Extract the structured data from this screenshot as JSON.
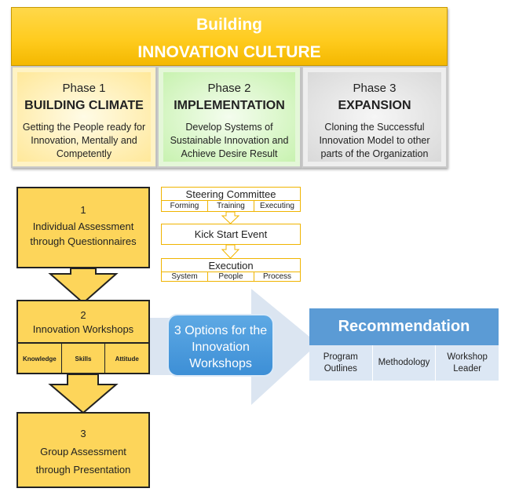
{
  "header": {
    "line1": "Building",
    "line2": "INNOVATION CULTURE"
  },
  "phases": [
    {
      "number": "Phase 1",
      "title": "BUILDING CLIMATE",
      "description": "Getting the People ready for Innovation, Mentally and Competently"
    },
    {
      "number": "Phase 2",
      "title": "IMPLEMENTATION",
      "description": "Develop Systems of Sustainable Innovation and Achieve Desire Result"
    },
    {
      "number": "Phase 3",
      "title": "EXPANSION",
      "description": "Cloning the Successful Innovation Model to other parts of the Organization"
    }
  ],
  "steps": {
    "step1": {
      "number": "1",
      "label": "Individual Assessment through Questionnaires"
    },
    "step2": {
      "number": "2",
      "label": "Innovation Workshops",
      "subs": [
        "Knowledge",
        "Skills",
        "Attitude"
      ]
    },
    "step3": {
      "number": "3",
      "line1": "Group Assessment",
      "line2": "through Presentation"
    }
  },
  "steering": {
    "title": "Steering Committee",
    "cells": [
      "Forming",
      "Training",
      "Executing"
    ],
    "kickstart": "Kick Start Event",
    "execution_title": "Execution",
    "execution_cells": [
      "System",
      "People",
      "Process"
    ]
  },
  "options_text": "3 Options for the Innovation Workshops",
  "recommendation": {
    "title": "Recommendation",
    "items": [
      "Program Outlines",
      "Methodology",
      "Workshop Leader"
    ]
  },
  "colors": {
    "banner": "#ffcc1f",
    "step_fill": "#fdd55a",
    "arrow_fill": "#fdd55a",
    "big_arrow": "#dbe5f1",
    "options_fill": "#4a9ad8",
    "recommendation_header": "#5b9bd5",
    "recommendation_items": "#dce7f4"
  }
}
